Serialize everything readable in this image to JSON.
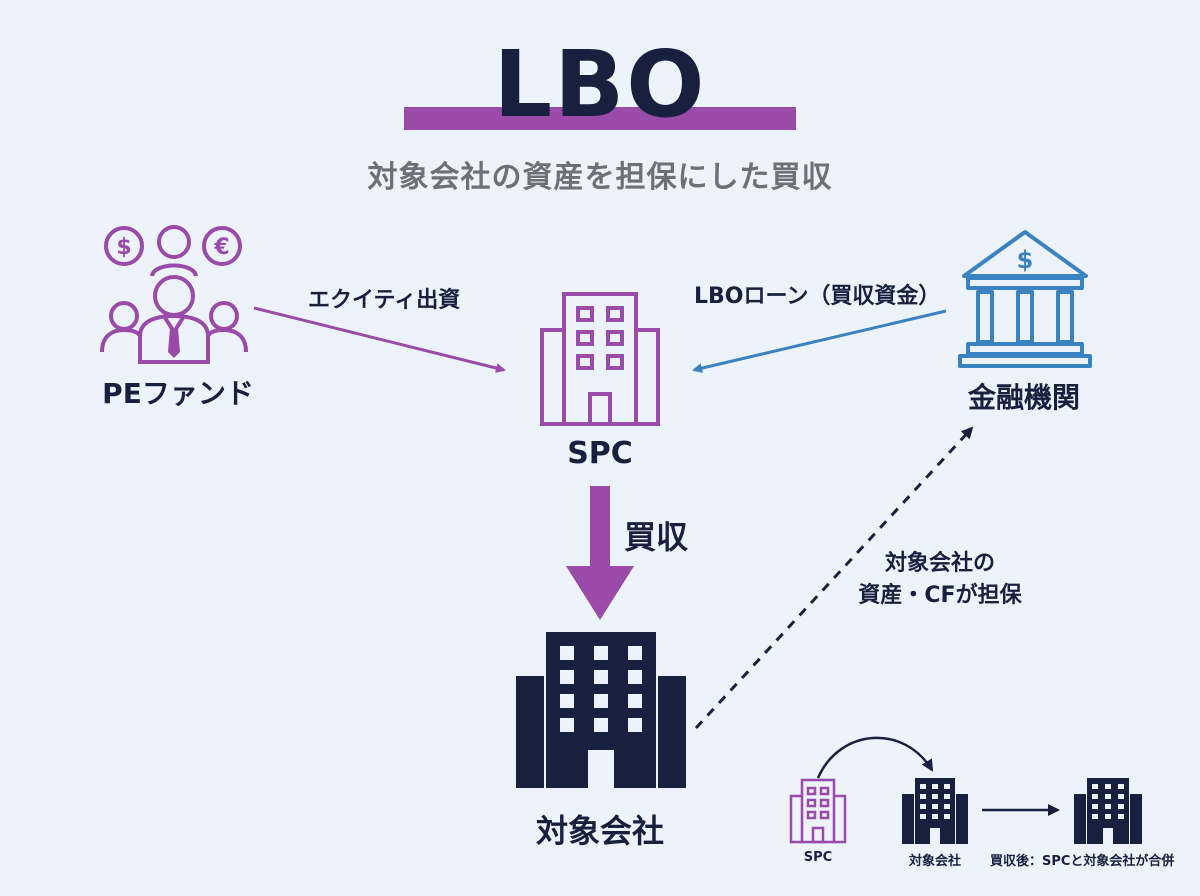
{
  "title": "LBO",
  "subtitle": "対象会社の資産を担保にした買収",
  "nodes": {
    "pe_fund": "PEファンド",
    "spc": "SPC",
    "bank": "金融機関",
    "target": "対象会社"
  },
  "edges": {
    "equity": "エクイティ出資",
    "loan": "LBOローン（買収資金）",
    "acquire": "買収",
    "collateral_line1": "対象会社の",
    "collateral_line2": "資産・CFが担保"
  },
  "mini_diagram": {
    "spc": "SPC",
    "target": "対象会社",
    "after": "買収後：SPCと対象会社が合併"
  },
  "colors": {
    "purple": "#9a4aa8",
    "navy": "#17213f",
    "blue": "#3b83c0",
    "background": "#ecf3fb"
  }
}
